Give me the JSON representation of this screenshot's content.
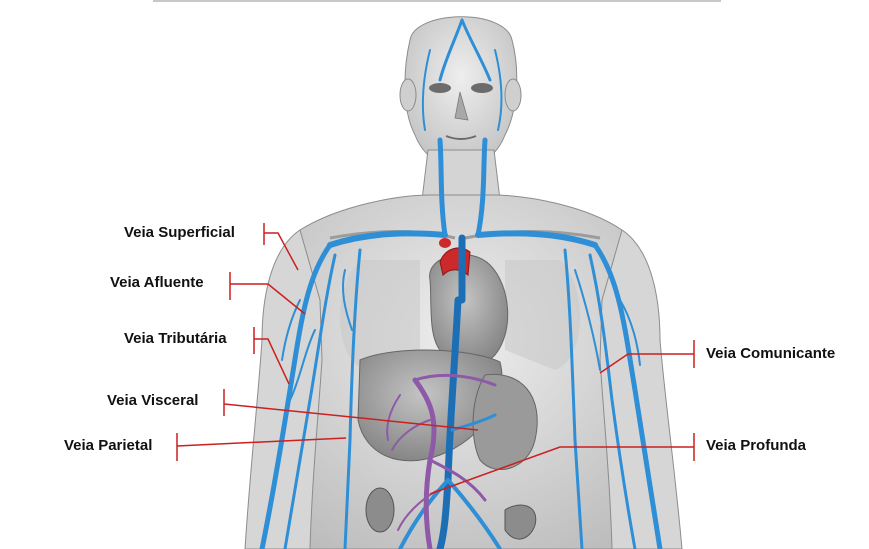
{
  "colors": {
    "vein": "#2f8fd6",
    "vein_dark": "#1d6fb5",
    "visceral_vein": "#8e5aa8",
    "artery": "#cc2a2a",
    "leader_line": "#cc1f1f",
    "skin": "#dcdcdc",
    "organ": "#a6a6a6",
    "label_text": "#111111"
  },
  "labels": {
    "superficial": "Veia Superficial",
    "afluente": "Veia Afluente",
    "tributaria": "Veia Tributária",
    "visceral": "Veia Visceral",
    "parietal": "Veia Parietal",
    "comunicante": "Veia Comunicante",
    "profunda": "Veia Profunda"
  },
  "figure": {
    "subject": "anatomical-illustration-venous-system",
    "icons": [
      "human-torso-illustration",
      "heart-icon",
      "liver-icon",
      "intestine-icon"
    ]
  }
}
